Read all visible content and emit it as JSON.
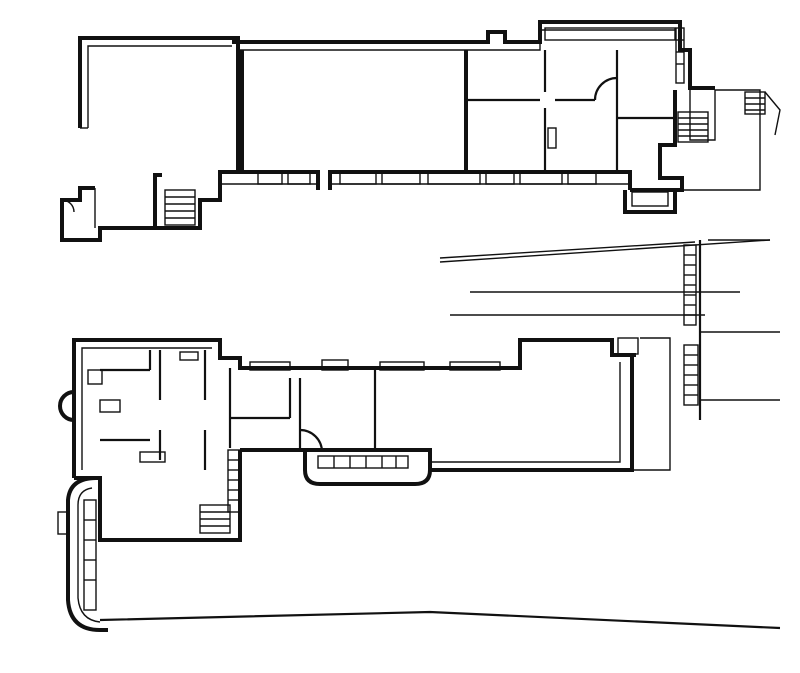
{
  "drawing": {
    "type": "architectural-floor-plans",
    "plans": [
      "upper-floor-plan",
      "lower-floor-plan"
    ],
    "colors": {
      "ink": "#111111",
      "paper": "#ffffff"
    }
  }
}
